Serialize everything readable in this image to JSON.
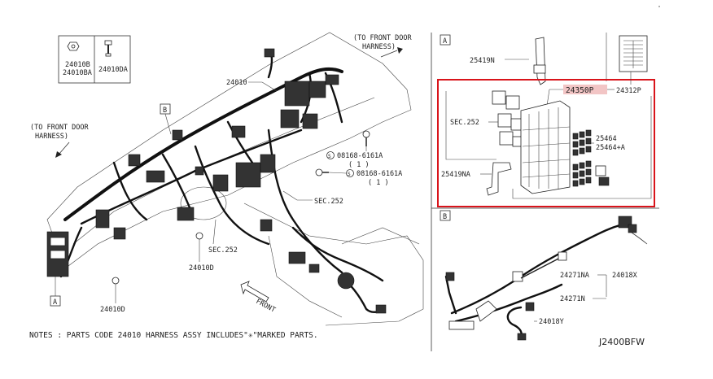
{
  "labels": {
    "box_a_marker": "A",
    "box_b_marker": "B",
    "main_a_marker": "A",
    "main_b_marker": "B",
    "p_24010B": "24010B",
    "p_24010BA": "24010BA",
    "p_24010DA": "24010DA",
    "p_24010": "24010",
    "to_front_door_top": "(TO FRONT DOOR",
    "harness_top": "HARNESS)",
    "to_front_door_left": "(TO FRONT DOOR",
    "harness_left": "HARNESS)",
    "bolt1": "08168-6161A",
    "bolt1_qty": "( 1 )",
    "bolt2": "08168-6161A",
    "bolt2_qty": "( 1 )",
    "sec252_main_right": "SEC.252",
    "sec252_main_center": "SEC.252",
    "p_24010D_center": "24010D",
    "p_24010D_left": "24010D",
    "front": "FRONT",
    "note": "NOTES : PARTS CODE  24010  HARNESS ASSY INCLUDES\"✳\"MARKED PARTS.",
    "a_25419N": "25419N",
    "a_24350P": "24350P",
    "a_24312P": "24312P",
    "a_sec252": "SEC.252",
    "a_25464": "25464",
    "a_25464A": "25464+A",
    "a_25419NA": "25419NA",
    "b_24271NA": "24271NA",
    "b_24018X": "24018X",
    "b_24271N": "24271N",
    "b_24018Y": "24018Y",
    "diagram_code": "J2400BFW"
  },
  "colors": {
    "highlight_box": "#d9141b",
    "highlight_fill": "#f2c5c5",
    "line": "#222222"
  }
}
